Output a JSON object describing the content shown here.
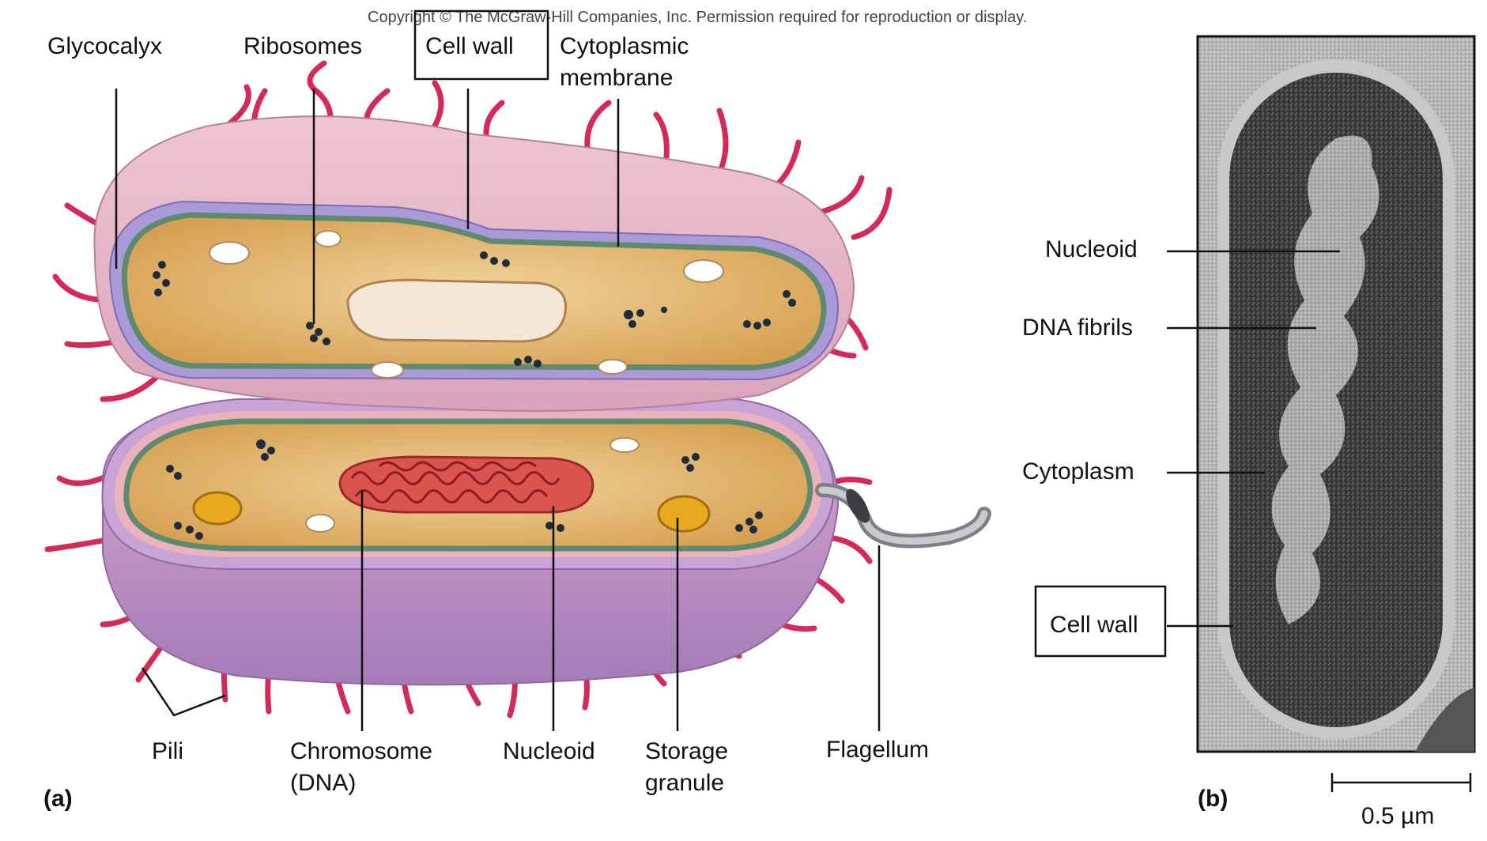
{
  "copyright": "Copyright © The McGraw-Hill Companies, Inc. Permission required for reproduction or display.",
  "panel_a": {
    "label": "(a)",
    "top_labels": {
      "glycocalyx": "Glycocalyx",
      "ribosomes": "Ribosomes",
      "cell_wall": "Cell wall",
      "cytoplasmic_membrane_1": "Cytoplasmic",
      "cytoplasmic_membrane_2": "membrane"
    },
    "bottom_labels": {
      "pili": "Pili",
      "chromosome_1": "Chromosome",
      "chromosome_2": "(DNA)",
      "nucleoid": "Nucleoid",
      "storage_1": "Storage",
      "storage_2": "granule",
      "flagellum": "Flagellum"
    },
    "colors": {
      "glycocalyx": "#e8b9c8",
      "cell_wall": "#a99ad6",
      "membrane": "#5e8a6e",
      "cytoplasm": "#e2b56a",
      "pili": "#d32a5a",
      "chromosome": "#c8323a",
      "storage_granule": "#e8a820"
    }
  },
  "panel_b": {
    "label": "(b)",
    "labels": {
      "nucleoid": "Nucleoid",
      "dna_fibrils": "DNA fibrils",
      "cytoplasm": "Cytoplasm",
      "cell_wall": "Cell wall"
    },
    "scale_bar": "0.5 µm"
  }
}
